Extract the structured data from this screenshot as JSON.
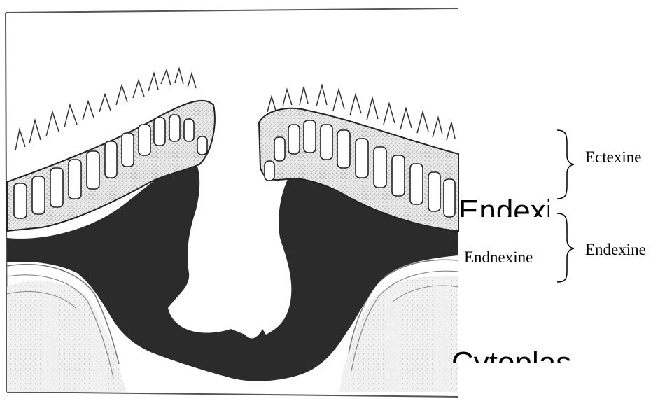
{
  "labels": {
    "ectexine": "Ectexine",
    "endexine": "Endexine",
    "endnexine": "Endnexine",
    "clipped_endexine": "Endexi",
    "clipped_cytoplasm": "Cytoplas"
  },
  "colors": {
    "dark_layer": "#2b2b2b",
    "stipple_layer": "#d9d9d9",
    "wall_bars": "#ffffff",
    "outline": "#111111",
    "lamella_lines": "#777777"
  }
}
